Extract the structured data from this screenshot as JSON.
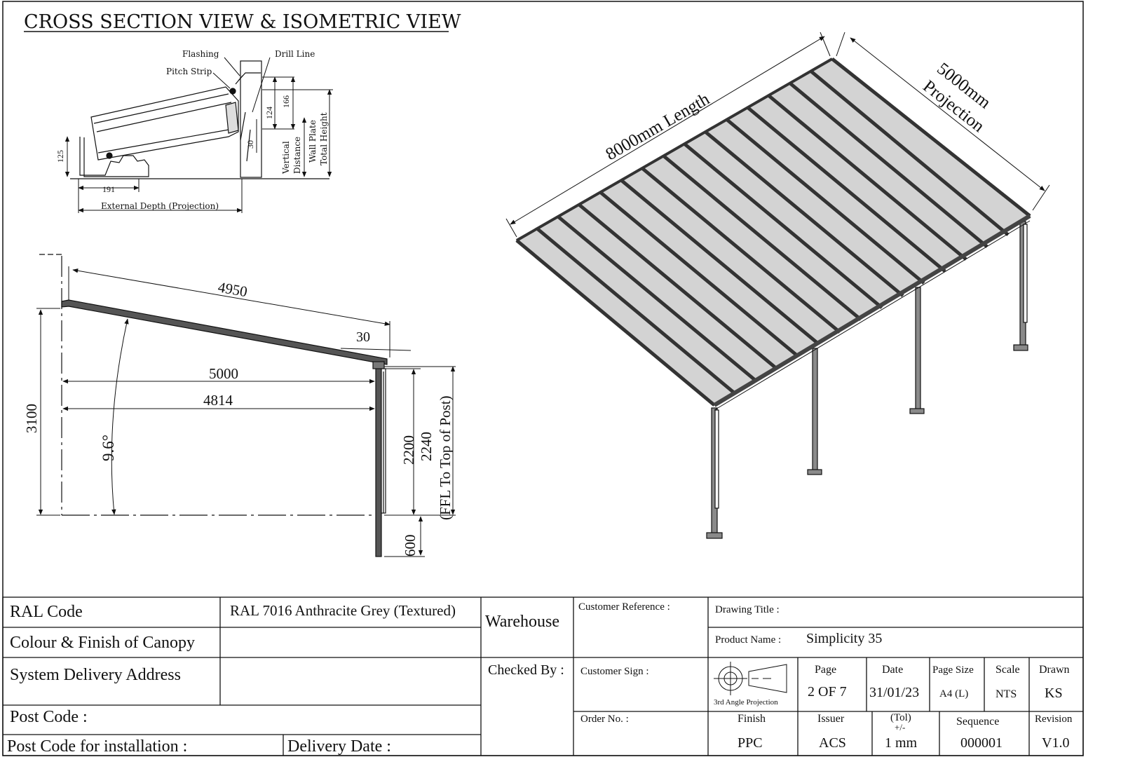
{
  "title": "CROSS SECTION VIEW & ISOMETRIC VIEW",
  "cross_section": {
    "labels": {
      "flashing": "Flashing",
      "drill_line": "Drill Line",
      "pitch_strip": "Pitch Strip",
      "vertical_distance_1": "Vertical",
      "vertical_distance_2": "Distance",
      "wall_plate_1": "Wall Plate",
      "wall_plate_2": "Total Height",
      "external_depth": "External Depth (Projection)"
    },
    "dims": {
      "d166": "166",
      "d124": "124",
      "d30": "30",
      "d125": "125",
      "d191": "191"
    }
  },
  "side_view": {
    "dims": {
      "d4950": "4950",
      "d30": "30",
      "d5000": "5000",
      "d4814": "4814",
      "d3100": "3100",
      "angle": "9.6°",
      "d2200": "2200",
      "d2240": "2240",
      "ffl": "(FFL To Top of Post)",
      "d600": "600"
    }
  },
  "isometric": {
    "length": "8000mm Length",
    "projection_1": "5000mm",
    "projection_2": "Projection"
  },
  "title_block": {
    "ral_code_label": "RAL Code",
    "ral_code_value": "RAL 7016 Anthracite Grey (Textured)",
    "colour_label": "Colour & Finish of Canopy",
    "warehouse": "Warehouse",
    "customer_reference": "Customer Reference :",
    "drawing_title": "Drawing Title :",
    "product_name_label": "Product Name :",
    "product_name_value": "Simplicity 35",
    "system_delivery": "System Delivery Address",
    "checked_by": "Checked By :",
    "customer_sign": "Customer Sign :",
    "projection": "3rd Angle Projection",
    "page_label": "Page",
    "page_value": "2 OF 7",
    "date_label": "Date",
    "date_value": "31/01/23",
    "page_size_label": "Page Size",
    "page_size_value": "A4 (L)",
    "scale_label": "Scale",
    "scale_value": "NTS",
    "drawn_label": "Drawn",
    "drawn_value": "KS",
    "post_code": "Post Code :",
    "order_no": "Order No. :",
    "finish_label": "Finish",
    "finish_value": "PPC",
    "issuer_label": "Issuer",
    "issuer_value": "ACS",
    "tol_label_1": "(Tol)",
    "tol_label_2": "+/-",
    "tol_value": "1 mm",
    "sequence_label": "Sequence",
    "sequence_value": "000001",
    "revision_label": "Revision",
    "revision_value": "V1.0",
    "post_code_install": "Post Code for installation :",
    "delivery_date": "Delivery Date :"
  },
  "colors": {
    "frame": "#3a3a3a",
    "glazing": "#cfcfcf",
    "line": "#111111"
  }
}
